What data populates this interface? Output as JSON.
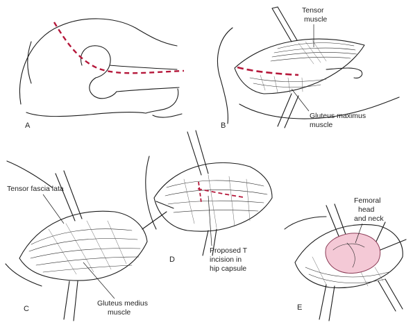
{
  "panels": {
    "a": {
      "letter": "A"
    },
    "b": {
      "letter": "B",
      "label_tensor": [
        "Tensor",
        "muscle"
      ],
      "label_gluteus_max": [
        "Gluteus maximus",
        "muscle"
      ]
    },
    "c": {
      "letter": "C",
      "label_tensor_fascia": "Tensor fascia lata",
      "label_gluteus_med": [
        "Gluteus medius",
        "muscle"
      ]
    },
    "d": {
      "letter": "D",
      "label_incision": [
        "Proposed T",
        "incision in",
        "hip capsule"
      ]
    },
    "e": {
      "letter": "E",
      "label_femoral": [
        "Femoral",
        "head",
        "and neck"
      ]
    }
  },
  "colors": {
    "incision": "#b5173a",
    "femoral_head": "#f4c9d6",
    "femoral_head_stroke": "#8a3a55",
    "line": "#1a1a1a"
  }
}
